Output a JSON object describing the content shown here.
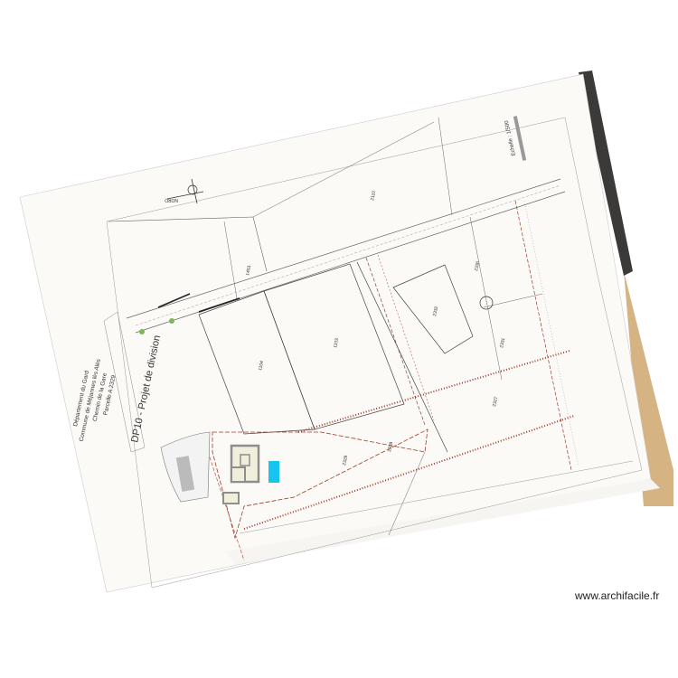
{
  "title_block": {
    "department": "Département du Gard",
    "commune": "Commune de Méjannes lès Alès",
    "street": "Chemin de la Gare",
    "parcel": "Parcelle A 2329",
    "project_title": "DP10 - Projet de division"
  },
  "north_arrow": {
    "label": "NORD"
  },
  "scale": {
    "label": "Echelle : 1/500"
  },
  "parcels": [
    "1453",
    "2110",
    "1104",
    "1103",
    "2332",
    "2331",
    "2330",
    "2329",
    "2328",
    "2327"
  ],
  "colors": {
    "paper": "#fbfaf7",
    "boundary_red": "#a33a2a",
    "pool": "#19c3ef",
    "building": "#8e8e8e",
    "building_fill": "#f1efdc",
    "tree": "#7fb55a",
    "scan_edge": "#3c3a38",
    "wood": "#c89a5a"
  },
  "watermark": "www.archifacile.fr"
}
